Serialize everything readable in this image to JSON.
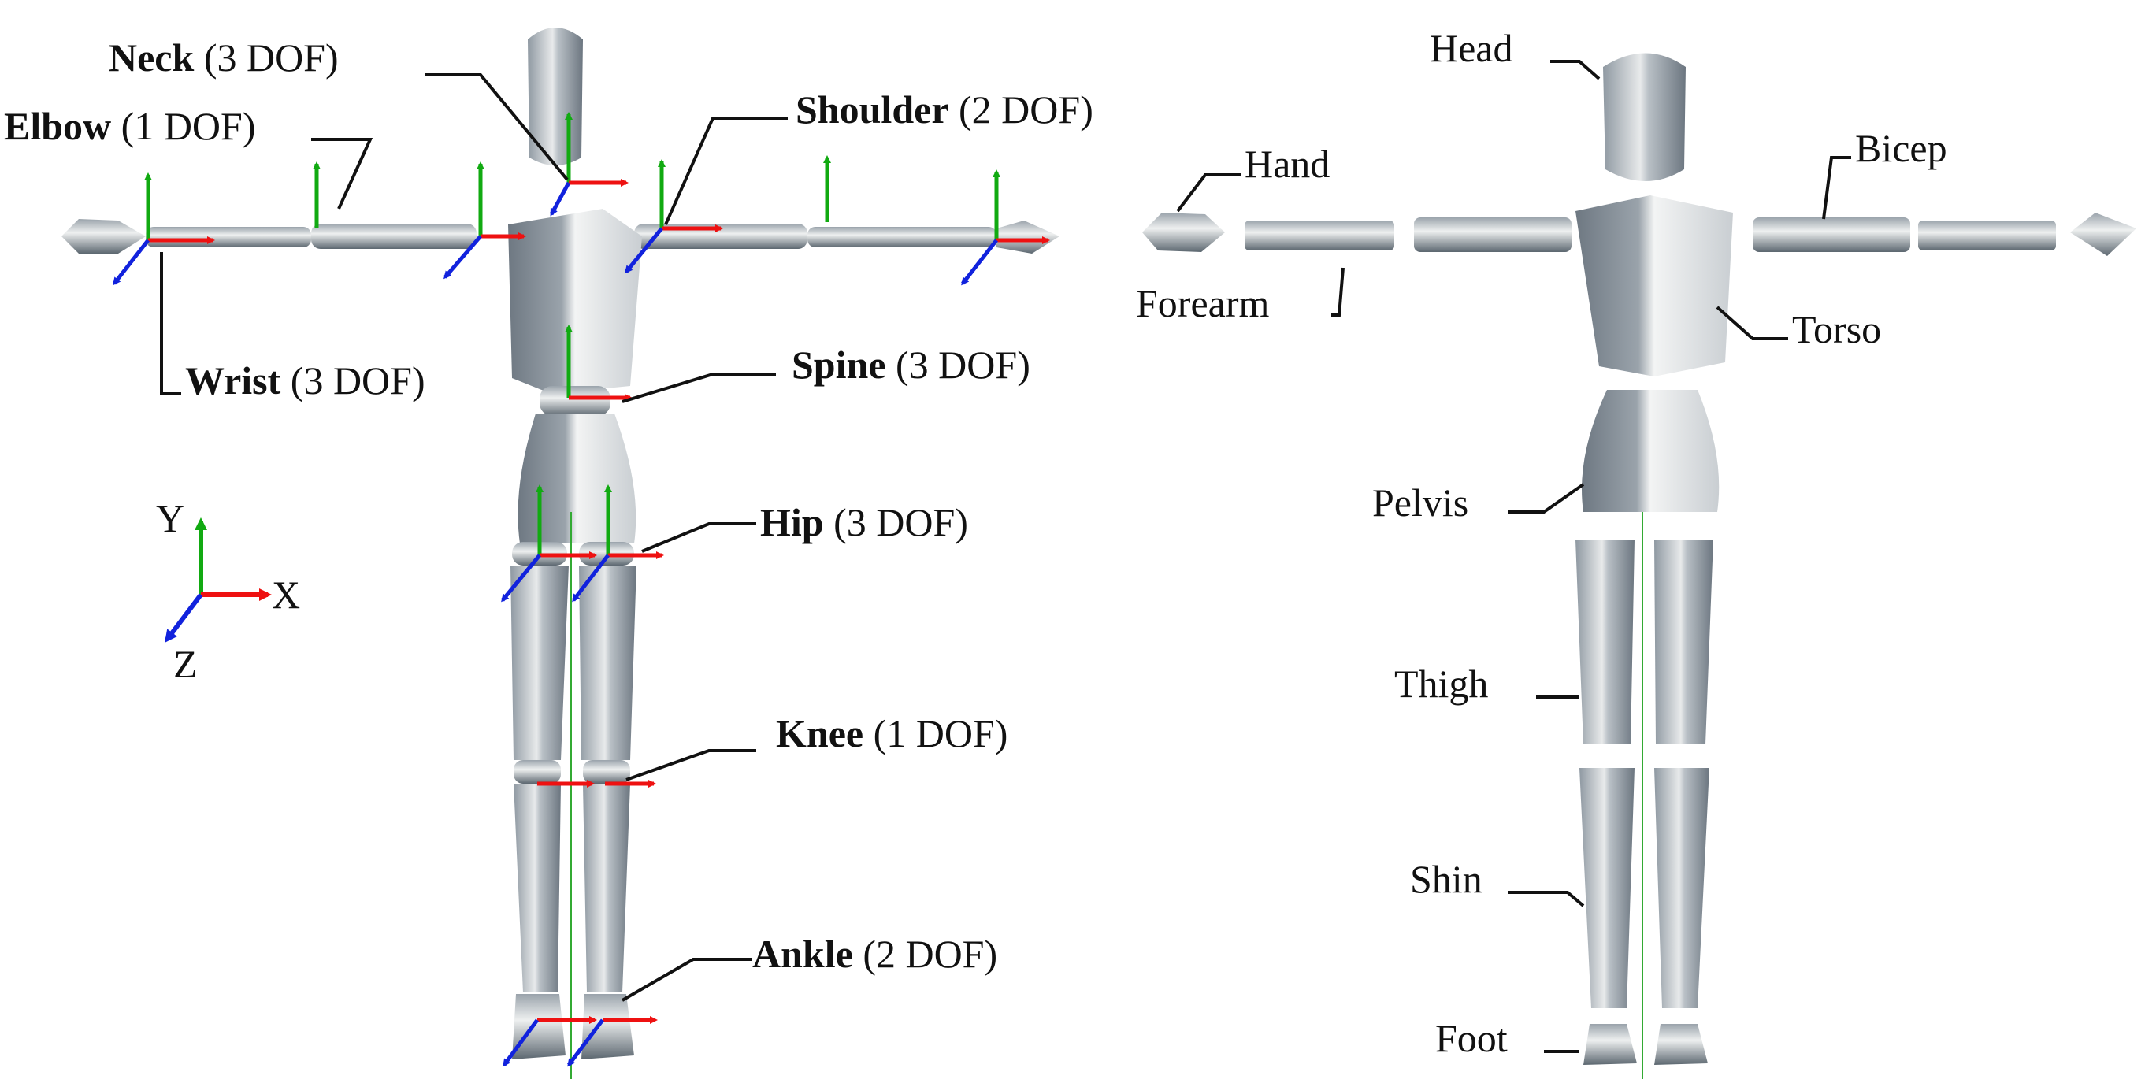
{
  "figure": {
    "left_panel": {
      "joints": [
        {
          "name": "Neck",
          "dof": "(3 DOF)"
        },
        {
          "name": "Elbow",
          "dof": "(1 DOF)"
        },
        {
          "name": "Shoulder",
          "dof": "(2 DOF)"
        },
        {
          "name": "Wrist",
          "dof": "(3 DOF)"
        },
        {
          "name": "Spine",
          "dof": "(3 DOF)"
        },
        {
          "name": "Hip",
          "dof": "(3 DOF)"
        },
        {
          "name": "Knee",
          "dof": "(1 DOF)"
        },
        {
          "name": "Ankle",
          "dof": "(2 DOF)"
        }
      ],
      "axes": {
        "y": "Y",
        "x": "X",
        "z": "Z"
      }
    },
    "right_panel": {
      "parts": [
        "Head",
        "Hand",
        "Bicep",
        "Forearm",
        "Torso",
        "Pelvis",
        "Thigh",
        "Shin",
        "Foot"
      ]
    },
    "colors": {
      "x_axis": "#ee1111",
      "y_axis": "#11aa11",
      "z_axis": "#1122dd",
      "body": "#c8ced3",
      "body_light": "#eef0f0",
      "body_dark": "#5c6770",
      "leader": "#111111"
    }
  }
}
